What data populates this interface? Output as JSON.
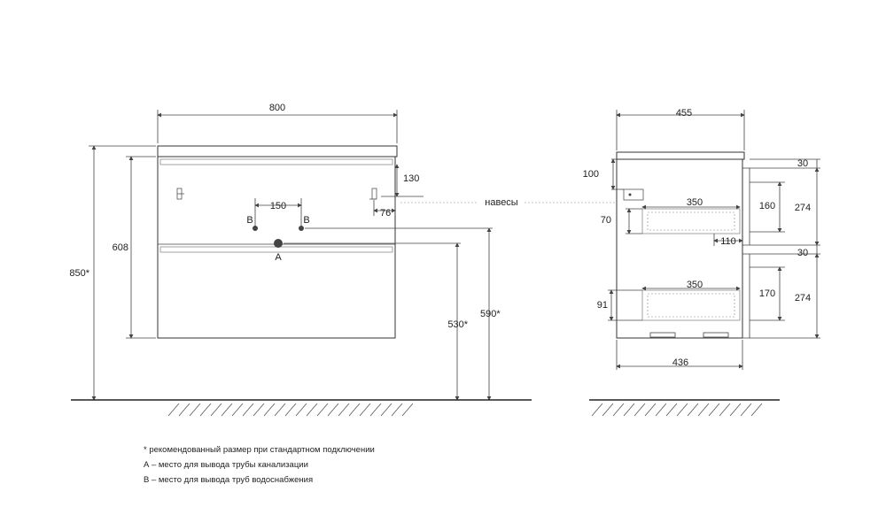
{
  "front": {
    "width": "800",
    "total_height": "850*",
    "body_height": "608",
    "pipe_spacing": "150",
    "hanger_drop": "130",
    "hanger_offset": "76",
    "outlet_height": "530*",
    "inlet_height": "590*",
    "label_b_left": "B",
    "label_b_right": "B",
    "label_a": "A"
  },
  "hangers_label": "навесы",
  "side": {
    "top_depth": "455",
    "bottom_depth": "436",
    "top_offset": "100",
    "drawer1_depth": "350",
    "drawer1_side": "70",
    "drawer1_gap": "110",
    "drawer1_inner": "160",
    "drawer2_depth": "350",
    "drawer2_side": "91",
    "drawer2_inner": "170",
    "gap_top": "30",
    "gap_mid": "30",
    "front1_height": "274",
    "front2_height": "274"
  },
  "notes": [
    "* рекомендованный размер при стандартном подключении",
    "А – место для вывода трубы канализации",
    "В – место для вывода труб водоснабжения"
  ]
}
